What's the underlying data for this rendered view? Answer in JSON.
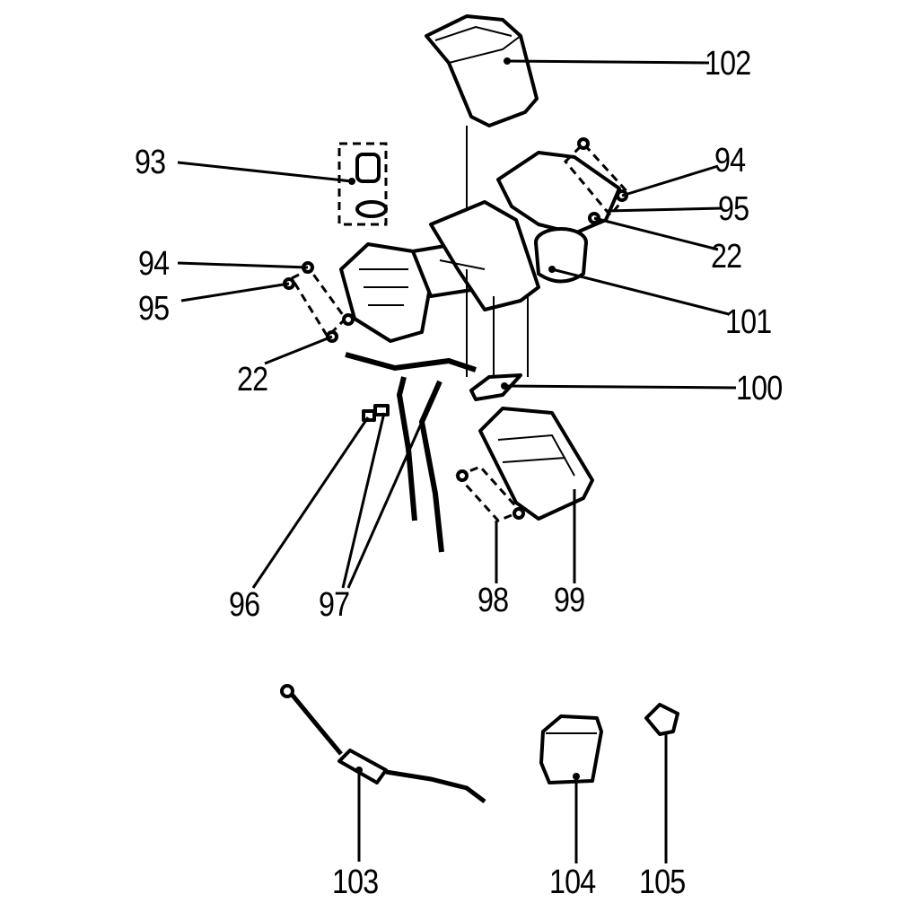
{
  "callouts": [
    {
      "id": "102",
      "text": "102"
    },
    {
      "id": "93",
      "text": "93"
    },
    {
      "id": "94r",
      "text": "94"
    },
    {
      "id": "95r",
      "text": "95"
    },
    {
      "id": "22r",
      "text": "22"
    },
    {
      "id": "101",
      "text": "101"
    },
    {
      "id": "94l",
      "text": "94"
    },
    {
      "id": "95l",
      "text": "95"
    },
    {
      "id": "22l",
      "text": "22"
    },
    {
      "id": "100",
      "text": "100"
    },
    {
      "id": "96",
      "text": "96"
    },
    {
      "id": "97",
      "text": "97"
    },
    {
      "id": "98",
      "text": "98"
    },
    {
      "id": "99",
      "text": "99"
    },
    {
      "id": "103",
      "text": "103"
    },
    {
      "id": "104",
      "text": "104"
    },
    {
      "id": "105",
      "text": "105"
    }
  ]
}
